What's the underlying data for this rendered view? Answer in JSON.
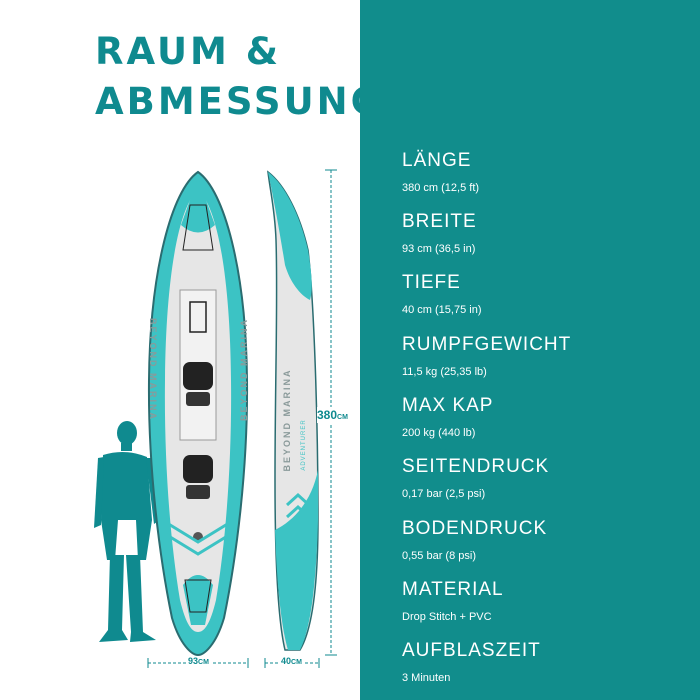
{
  "title": {
    "line1": "RAUM &",
    "line2": "ABMESSUNGEN"
  },
  "colors": {
    "accent": "#0f8a8f",
    "panel": "#118d8c",
    "kayak_teal": "#3cc3c4",
    "kayak_grey": "#e6e6e6"
  },
  "dimensions": {
    "length": "380",
    "length_unit": "CM",
    "width": "93",
    "width_unit": "CM",
    "depth": "40",
    "depth_unit": "CM"
  },
  "kayak": {
    "brand_left": "BEYOND MARINA",
    "brand_right": "BEYOND MARINA",
    "brand_side": "BEYOND MARINA",
    "model": "ADVENTURER"
  },
  "specs": [
    {
      "label": "LÄNGE",
      "value": "380 cm (12,5 ft)"
    },
    {
      "label": "BREITE",
      "value": "93 cm (36,5 in)"
    },
    {
      "label": "TIEFE",
      "value": "40 cm (15,75 in)"
    },
    {
      "label": "RUMPFGEWICHT",
      "value": "11,5 kg (25,35 lb)"
    },
    {
      "label": "MAX KAP",
      "value": "200 kg (440 lb)"
    },
    {
      "label": "SEITENDRUCK",
      "value": "0,17 bar (2,5 psi)"
    },
    {
      "label": "BODENDRUCK",
      "value": "0,55 bar (8 psi)"
    },
    {
      "label": "MATERIAL",
      "value": "Drop Stitch + PVC"
    },
    {
      "label": "AUFBLASZEIT",
      "value": "3 Minuten"
    }
  ]
}
